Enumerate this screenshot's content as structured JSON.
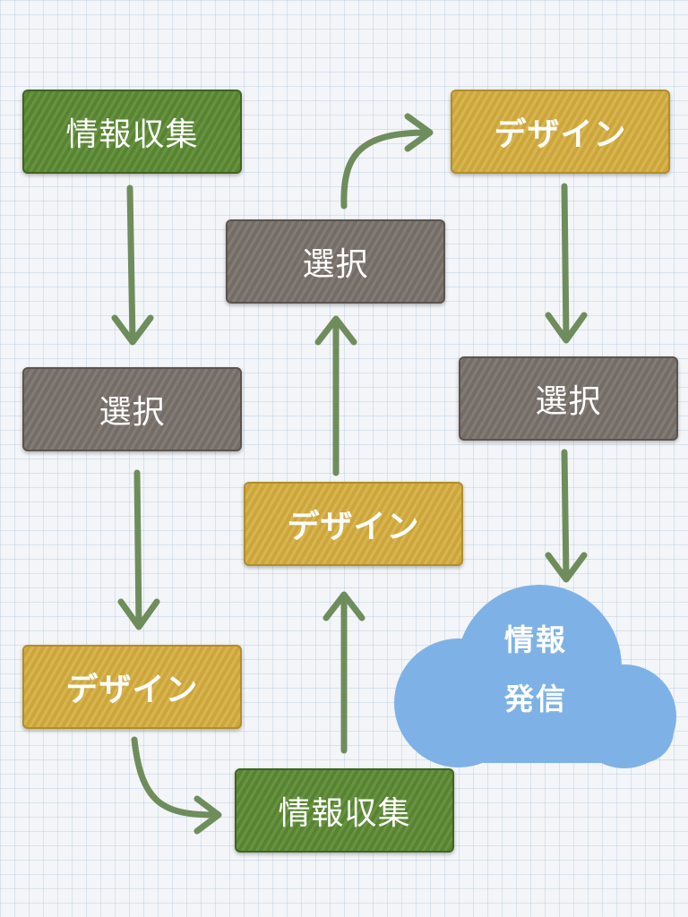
{
  "colors": {
    "green": "#5d8b35",
    "gray": "#7a726b",
    "yellow": "#d4ad3d",
    "cloud": "#7eb2e6",
    "arrow": "#6f8d5c"
  },
  "nodes": {
    "gather_1": "情報収集",
    "select_1": "選択",
    "design_1": "デザイン",
    "gather_2": "情報収集",
    "design_2": "デザイン",
    "select_2": "選択",
    "design_3": "デザイン",
    "select_3": "選択",
    "publish_line1": "情報",
    "publish_line2": "発信"
  }
}
